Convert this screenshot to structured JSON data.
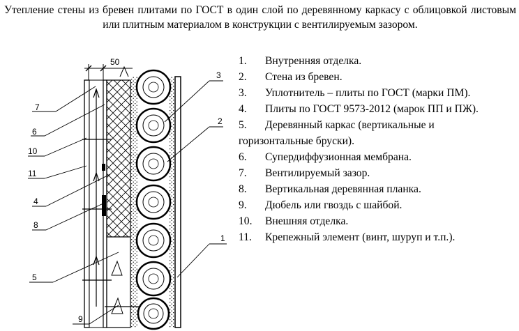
{
  "title": "Утепление стены из бревен плитами по ГОСТ в один слой по деревянному каркасу с облицовкой листовым или плитным материалом в конструкции с вентилируемым зазором.",
  "dimension_label": "50",
  "callouts": [
    "7",
    "6",
    "10",
    "11",
    "4",
    "8",
    "5",
    "9",
    "3",
    "2",
    "1"
  ],
  "legend": [
    {
      "num": "1.",
      "text": "Внутренняя отделка."
    },
    {
      "num": "2.",
      "text": "Стена из бревен."
    },
    {
      "num": "3.",
      "text": "Уплотнитель – плиты по ГОСТ (марки ПМ)."
    },
    {
      "num": "4.",
      "text": "Плиты по ГОСТ 9573-2012 (марок ПП и ПЖ)."
    },
    {
      "num": "5.",
      "text": "Деревянный каркас (вертикальные и",
      "cont": "горизонтальные бруски)."
    },
    {
      "num": "6.",
      "text": "Супердиффузионная мембрана."
    },
    {
      "num": "7.",
      "text": "Вентилируемый зазор."
    },
    {
      "num": "8.",
      "text": "Вертикальная деревянная планка."
    },
    {
      "num": "9.",
      "text": "Дюбель или гвоздь с шайбой."
    },
    {
      "num": "10.",
      "text": "Внешняя отделка."
    },
    {
      "num": "11.",
      "text": "Крепежный элемент (винт, шуруп и т.п.)."
    }
  ]
}
